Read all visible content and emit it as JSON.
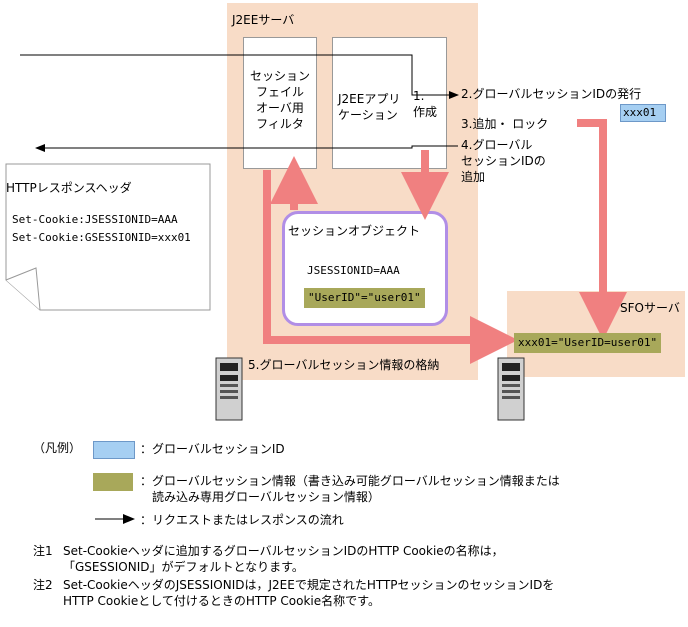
{
  "j2ee_server": {
    "label": "J2EEサーバ"
  },
  "filter": {
    "label": "セッション\nフェイル\nオーバ用\nフィルタ"
  },
  "app": {
    "label": "J2EEアプリ\nケーション"
  },
  "steps": {
    "s1": "1.\n作成",
    "s2": "2.グローバルセッションIDの発行",
    "s3": "3.追加・ ロック",
    "s4": "4.グローバル\nセッションIDの\n追加",
    "s5": "5.グローバルセッション情報の格納"
  },
  "global_session_id_value": "xxx01",
  "http_header": {
    "title": "HTTPレスポンスヘッダ",
    "line1": "Set-Cookie:JSESSIONID=AAA",
    "line2": "Set-Cookie:GSESSIONID=xxx01"
  },
  "session_object": {
    "title": "セッションオブジェクト",
    "jsessionid": "JSESSIONID=AAA",
    "global_info": "\"UserID\"=\"user01\""
  },
  "sfo_server": {
    "label": "SFOサーバ",
    "stored_value": "xxx01=\"UserID=user01\""
  },
  "legend": {
    "title": "（凡例）",
    "items": [
      {
        "label": "：グローバルセッションID",
        "color": "#a6cff2"
      },
      {
        "label": "：グローバルセッション情報（書き込み可能グローバルセッション情報または\n　読み込み専用グローバルセッション情報）",
        "color": "#a8a85a"
      },
      {
        "label": "：リクエストまたはレスポンスの流れ"
      }
    ]
  },
  "notes": {
    "n1_tag": "注1",
    "n1": "Set-Cookieヘッダに追加するグローバルセッションIDのHTTP Cookieの名称は，\n「GSESSIONID」がデフォルトとなります。",
    "n2_tag": "注2",
    "n2": "Set-CookieヘッダのJSESSIONIDは，J2EEで規定されたHTTPセッションのセッションIDを\nHTTP Cookieとして付けるときのHTTP Cookie名称です。"
  },
  "colors": {
    "region": "#f8dcc7",
    "flow_arrow": "#f08080",
    "session_border": "#b18ee6",
    "global_id": "#a6cff2",
    "global_info": "#a8a85a"
  }
}
